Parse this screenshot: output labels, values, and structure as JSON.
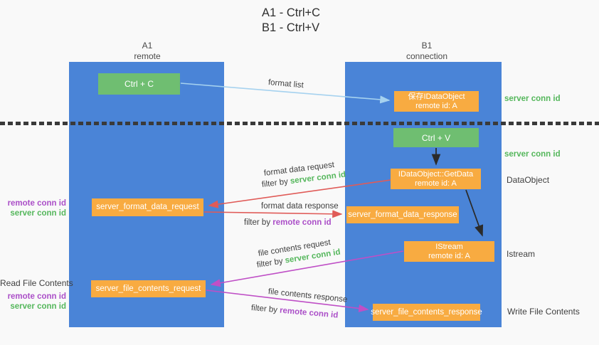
{
  "title": {
    "line1": "A1 - Ctrl+C",
    "line2": "B1 - Ctrl+V"
  },
  "lanes": {
    "a1": {
      "name": "A1",
      "subtitle": "remote"
    },
    "b1": {
      "name": "B1",
      "subtitle": "connection"
    }
  },
  "nodes": {
    "ctrl_c": {
      "label": "Ctrl + C"
    },
    "ctrl_v": {
      "label": "Ctrl + V"
    },
    "save_dataobject": {
      "line1": "保存IDataObject",
      "line2": "remote id: A"
    },
    "getdata": {
      "line1": "IDataObject::GetData",
      "line2": "remote id: A"
    },
    "istream": {
      "line1": "IStream",
      "line2": "remote id: A"
    },
    "server_format_data_request": {
      "label": "server_format_data_request"
    },
    "server_format_data_response": {
      "label": "server_format_data_response"
    },
    "server_file_contents_request": {
      "label": "server_file_contents_request"
    },
    "server_file_contents_response": {
      "label": "server_file_contents_response"
    }
  },
  "edge_labels": {
    "format_list": "format list",
    "format_data_request": "format data request",
    "format_data_response": "format data response",
    "file_contents_request": "file contents request",
    "file_contents_response": "file contents response",
    "filter_by": "filter by ",
    "server_conn_id": "server conn id",
    "remote_conn_id": "remote conn id"
  },
  "side_labels": {
    "remote_conn_id": "remote conn id",
    "server_conn_id": "server conn id",
    "read_file_contents": "Read File Contents",
    "dataobject": "DataObject",
    "istream": "Istream",
    "write_file_contents": "Write File Contents"
  },
  "colors": {
    "lane_blue": "#4a84d7",
    "box_green": "#6fbe71",
    "box_orange": "#f8ab41",
    "green_text": "#55b75c",
    "purple_text": "#ab4fc8",
    "red_arrow": "#e05b58",
    "magenta_arrow": "#bf4fc6",
    "light_blue_arrow": "#a6d2ef",
    "black_arrow": "#2b2b2b",
    "background": "#f9f9f9"
  }
}
